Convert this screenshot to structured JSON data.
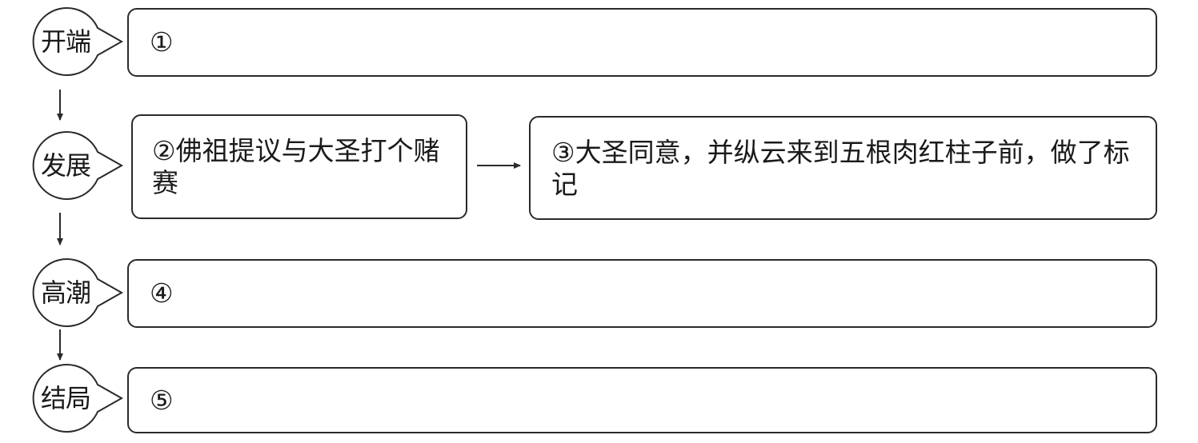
{
  "stages": [
    {
      "label": "开端",
      "content": "①"
    },
    {
      "label": "发展",
      "content": [
        "②佛祖提议与大圣打个赌赛",
        "③大圣同意，并纵云来到五根肉红柱子前，做了标记"
      ]
    },
    {
      "label": "高潮",
      "content": "④"
    },
    {
      "label": "结局",
      "content": "⑤"
    }
  ],
  "colors": {
    "line": "#2a2a2a",
    "text": "#1a1a1a",
    "background": "#ffffff"
  }
}
